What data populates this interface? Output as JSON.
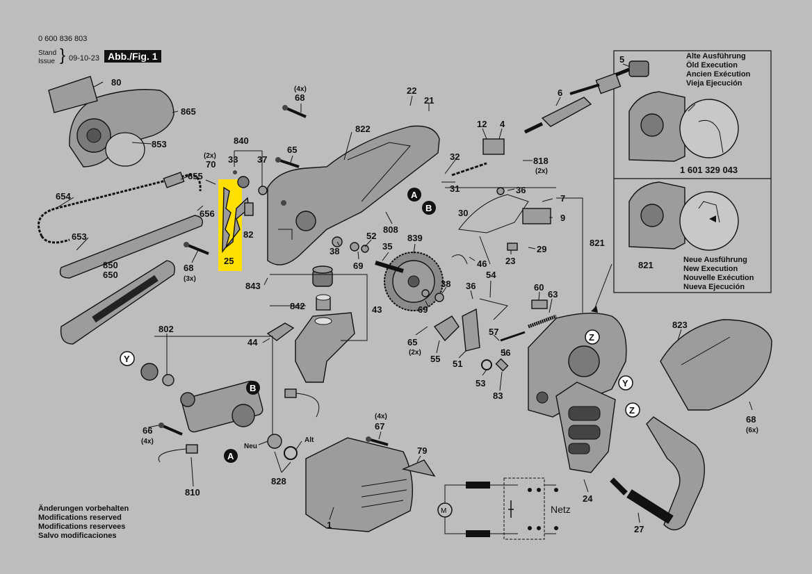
{
  "header": {
    "doc_number": "0 600 836 803",
    "stand": "Stand",
    "issue": "Issue",
    "date": "09-10-23",
    "figure": "Abb./Fig. 1"
  },
  "old_execution": [
    "Alte Ausführung",
    "Öld Execution",
    "Ancien Exécution",
    "Vieja Ejecución"
  ],
  "new_execution": [
    "Neue Ausführung",
    "New Execution",
    "Nouvelle Exécution",
    "Nueva Ejecución"
  ],
  "inset_part_number": "1 601 329 043",
  "inset_label_821": "821",
  "modifications": [
    "Änderungen vorbehalten",
    "Modifications reserved",
    "Modifications reservees",
    "Salvo modificaciones"
  ],
  "highlight_color": "#ffe000",
  "callouts": {
    "p80": "80",
    "p865": "865",
    "p853": "853",
    "p654": "654",
    "p655": "655",
    "p70": "70",
    "p656": "656",
    "p653": "653",
    "p68a": "68",
    "p850": "850",
    "p650": "650",
    "p840": "840",
    "p33": "33",
    "p37": "37",
    "p82": "82",
    "p25": "25",
    "p65a": "65",
    "p68b": "68",
    "p822": "822",
    "p22": "22",
    "p21": "21",
    "p6": "6",
    "p5": "5",
    "p12": "12",
    "p4": "4",
    "p818": "818",
    "p32": "32",
    "p31": "31",
    "p808": "808",
    "p38a": "38",
    "p52": "52",
    "p69a": "69",
    "p35": "35",
    "p839": "839",
    "p843": "843",
    "p842": "842",
    "p43": "43",
    "p44": "44",
    "p36a": "36",
    "p7": "7",
    "p30": "30",
    "p9": "9",
    "p29": "29",
    "p46": "46",
    "p23": "23",
    "p821": "821",
    "p38b": "38",
    "p36b": "36",
    "p54": "54",
    "p69b": "69",
    "p60": "60",
    "p63": "63",
    "p65b": "65",
    "p55": "55",
    "p57": "57",
    "p56": "56",
    "p51": "51",
    "p53": "53",
    "p83": "83",
    "p823": "823",
    "p68c": "68",
    "p802": "802",
    "p66": "66",
    "p67": "67",
    "p79": "79",
    "p828": "828",
    "p810": "810",
    "p1": "1",
    "p24": "24",
    "p27": "27"
  },
  "quantities": {
    "q4x_68": "(4x)",
    "q2x_70": "(2x)",
    "q3x_68": "(3x)",
    "q2x_818": "(2x)",
    "q2x_65": "(2x)",
    "q6x_68": "(6x)",
    "q4x_67": "(4x)",
    "q4x_66": "(4x)"
  },
  "markers": {
    "a": "A",
    "b": "B",
    "y": "Y",
    "z": "Z"
  },
  "neu": "Neu",
  "alt": "Alt",
  "netz": "Netz"
}
